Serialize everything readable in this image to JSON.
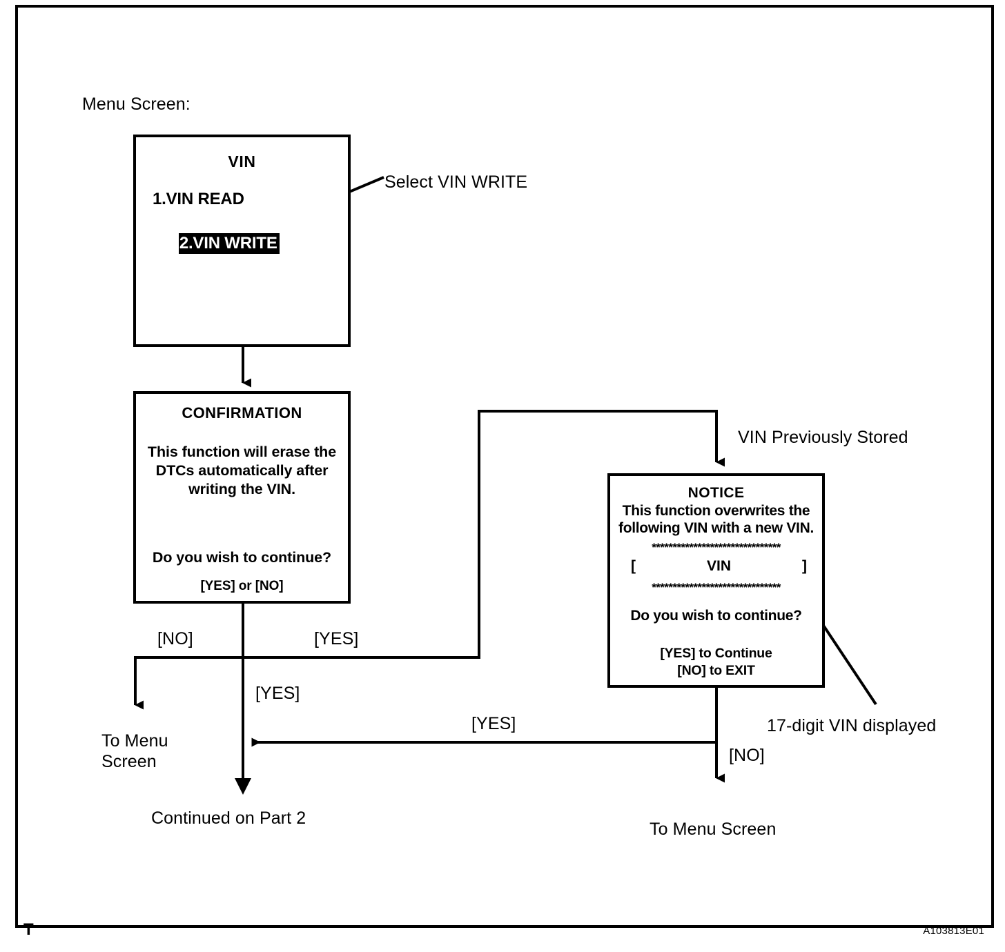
{
  "figure": {
    "caption": "Menu Screen:",
    "code": "A103813E01",
    "corner_mark": "T"
  },
  "screens": {
    "vin_menu": {
      "title": "VIN",
      "items": [
        {
          "label": "1.VIN READ",
          "selected": false
        },
        {
          "label": "2.VIN WRITE",
          "selected": true
        }
      ]
    },
    "confirmation": {
      "title": "CONFIRMATION",
      "body_lines": [
        "This function will erase the",
        "DTCs automatically after",
        "writing the VIN."
      ],
      "question": "Do you wish to continue?",
      "options": "[YES] or [NO]"
    },
    "notice": {
      "title": "NOTICE",
      "body_lines": [
        "This function overwrites the",
        "following VIN with a new VIN."
      ],
      "separator": "*******************************",
      "vin_open_bracket": "[",
      "vin_placeholder": "VIN",
      "vin_close_bracket": "]",
      "question": "Do you wish to continue?",
      "options": [
        "[YES] to Continue",
        "[NO] to EXIT"
      ]
    }
  },
  "annotations": {
    "select_vin_write": "Select VIN WRITE",
    "vin_previously_stored": "VIN Previously Stored",
    "vin_digits": "17-digit VIN displayed"
  },
  "flow_labels": {
    "conf_no": "[NO]",
    "conf_yes_right": "[YES]",
    "conf_yes_down": "[YES]",
    "notice_yes": "[YES]",
    "notice_no": "[NO]"
  },
  "terminals": {
    "to_menu_screen_left_line1": "To Menu",
    "to_menu_screen_left_line2": "Screen",
    "continued": "Continued on Part 2",
    "to_menu_screen_right": "To Menu Screen"
  },
  "colors": {
    "ink": "#000000",
    "paper": "#ffffff"
  }
}
